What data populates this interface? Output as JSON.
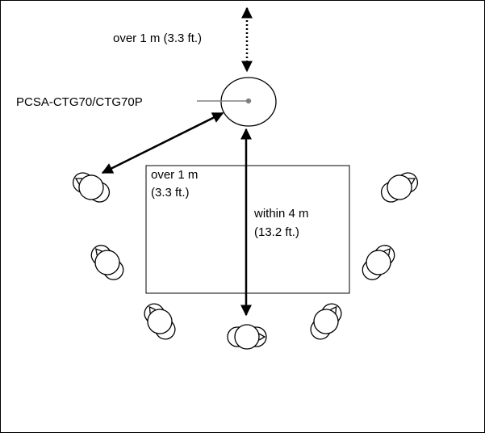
{
  "diagram": {
    "device_label": "PCSA-CTG70/CTG70P",
    "top_distance": "over 1 m (3.3 ft.)",
    "table_clearance": [
      "over 1 m",
      "(3.3 ft.)"
    ],
    "max_distance": [
      "within 4 m",
      "(13.2 ft.)"
    ]
  },
  "colors": {
    "line": "#000000",
    "device_lead": "#808080",
    "background": "#ffffff"
  },
  "icons": {
    "device": "microphone-icon",
    "attendee": "person-icon"
  }
}
